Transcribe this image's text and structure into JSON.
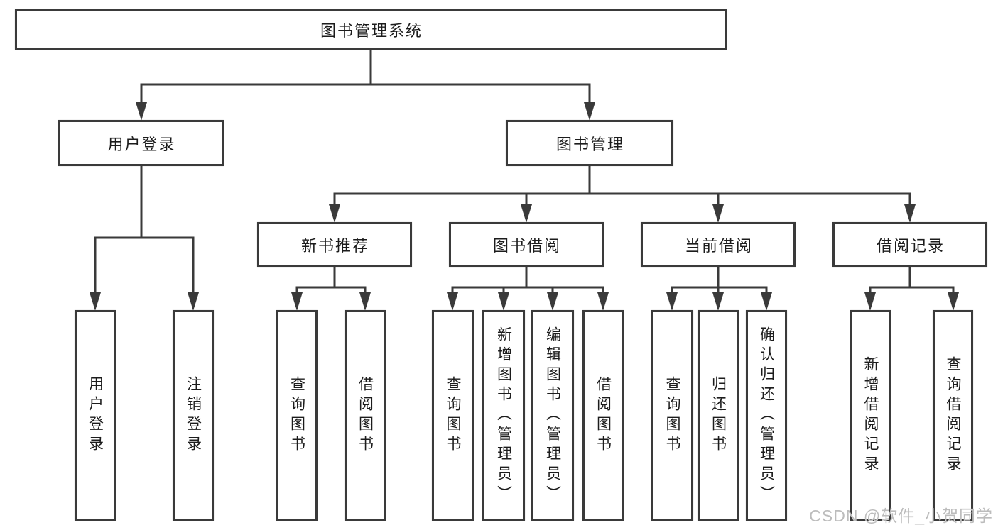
{
  "diagram": {
    "type": "hierarchy-tree",
    "root": {
      "label": "图书管理系统"
    },
    "level2": [
      {
        "label": "用户登录"
      },
      {
        "label": "图书管理"
      }
    ],
    "level3": [
      {
        "label": "新书推荐",
        "parent": "图书管理"
      },
      {
        "label": "图书借阅",
        "parent": "图书管理"
      },
      {
        "label": "当前借阅",
        "parent": "图书管理"
      },
      {
        "label": "借阅记录",
        "parent": "图书管理"
      }
    ],
    "leaves": [
      {
        "label": "用户登录",
        "parent": "用户登录"
      },
      {
        "label": "注销登录",
        "parent": "用户登录"
      },
      {
        "label": "查询图书",
        "parent": "新书推荐"
      },
      {
        "label": "借阅图书",
        "parent": "新书推荐"
      },
      {
        "label": "查询图书",
        "parent": "图书借阅"
      },
      {
        "label": "新增图书（管理员）",
        "parent": "图书借阅"
      },
      {
        "label": "编辑图书（管理员）",
        "parent": "图书借阅"
      },
      {
        "label": "借阅图书",
        "parent": "图书借阅"
      },
      {
        "label": "查询图书",
        "parent": "当前借阅"
      },
      {
        "label": "归还图书",
        "parent": "当前借阅"
      },
      {
        "label": "确认归还（管理员）",
        "parent": "当前借阅"
      },
      {
        "label": "新增借阅记录",
        "parent": "借阅记录"
      },
      {
        "label": "查询借阅记录",
        "parent": "借阅记录"
      }
    ]
  },
  "watermark": {
    "text": "CSDN @软件_小贺同学"
  },
  "colors": {
    "line": "#3a3a3a",
    "box_border": "#3a3a3a",
    "box_fill": "#ffffff",
    "text": "#1c1c1c",
    "background": "#ffffff",
    "watermark_text": "#bcbcbc"
  }
}
